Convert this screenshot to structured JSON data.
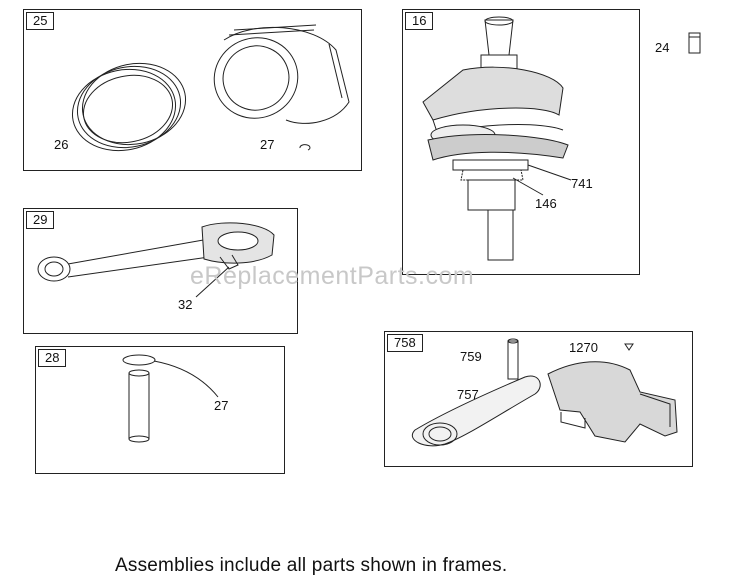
{
  "frames": [
    {
      "tag": "25",
      "callouts": [
        "26",
        "27"
      ]
    },
    {
      "tag": "16",
      "callouts": [
        "741",
        "146"
      ]
    },
    {
      "tag": "29",
      "callouts": [
        "32"
      ]
    },
    {
      "tag": "28",
      "callouts": [
        "27"
      ]
    },
    {
      "tag": "758",
      "callouts": [
        "759",
        "1270",
        "757"
      ]
    }
  ],
  "loose_callouts": [
    "24"
  ],
  "watermark": "eReplacementParts.com",
  "footer": "Assemblies include all parts shown in frames."
}
